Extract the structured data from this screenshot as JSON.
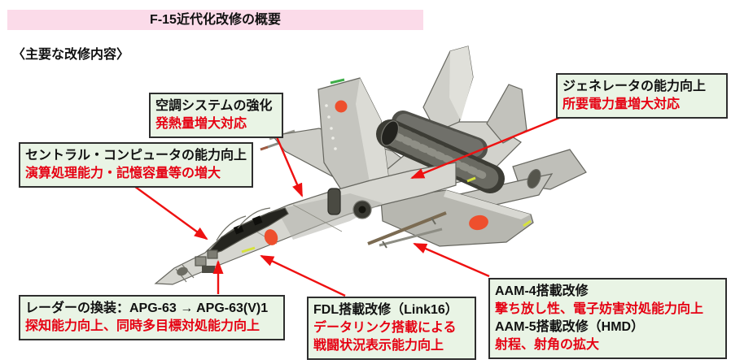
{
  "title": "F-15近代化改修の概要",
  "subtitle": "〈主要な改修内容〉",
  "colors": {
    "title_bg": "#fbdbe9",
    "box_bg": "#e9f4e5",
    "box_border": "#2e2e2e",
    "text_black": "#111111",
    "text_red": "#e60012",
    "arrow_red": "#ee1111",
    "roundel": "#ee4f2d"
  },
  "callouts": {
    "acs": {
      "line1": "空調システムの強化",
      "line2": "発熱量増大対応"
    },
    "generator": {
      "line1": "ジェネレータの能力向上",
      "line2": "所要電力量増大対応"
    },
    "computer": {
      "line1": "セントラル・コンピュータの能力向上",
      "line2": "演算処理能力・記憶容量等の増大"
    },
    "radar": {
      "line1": "レーダーの換装：APG-63 → APG-63(V)1",
      "line2": "探知能力向上、同時多目標対処能力向上"
    },
    "fdl": {
      "line1": "FDL搭載改修（Link16）",
      "line2": "データリンク搭載による",
      "line3": "戦闘状況表示能力向上"
    },
    "aam": {
      "line1": "AAM-4搭載改修",
      "line2": "撃ち放し性、電子妨害対処能力向上",
      "line3": "AAM-5搭載改修（HMD）",
      "line4": "射程、射角の拡大"
    }
  },
  "aircraft": {
    "label": "F-15 cutaway illustration"
  }
}
